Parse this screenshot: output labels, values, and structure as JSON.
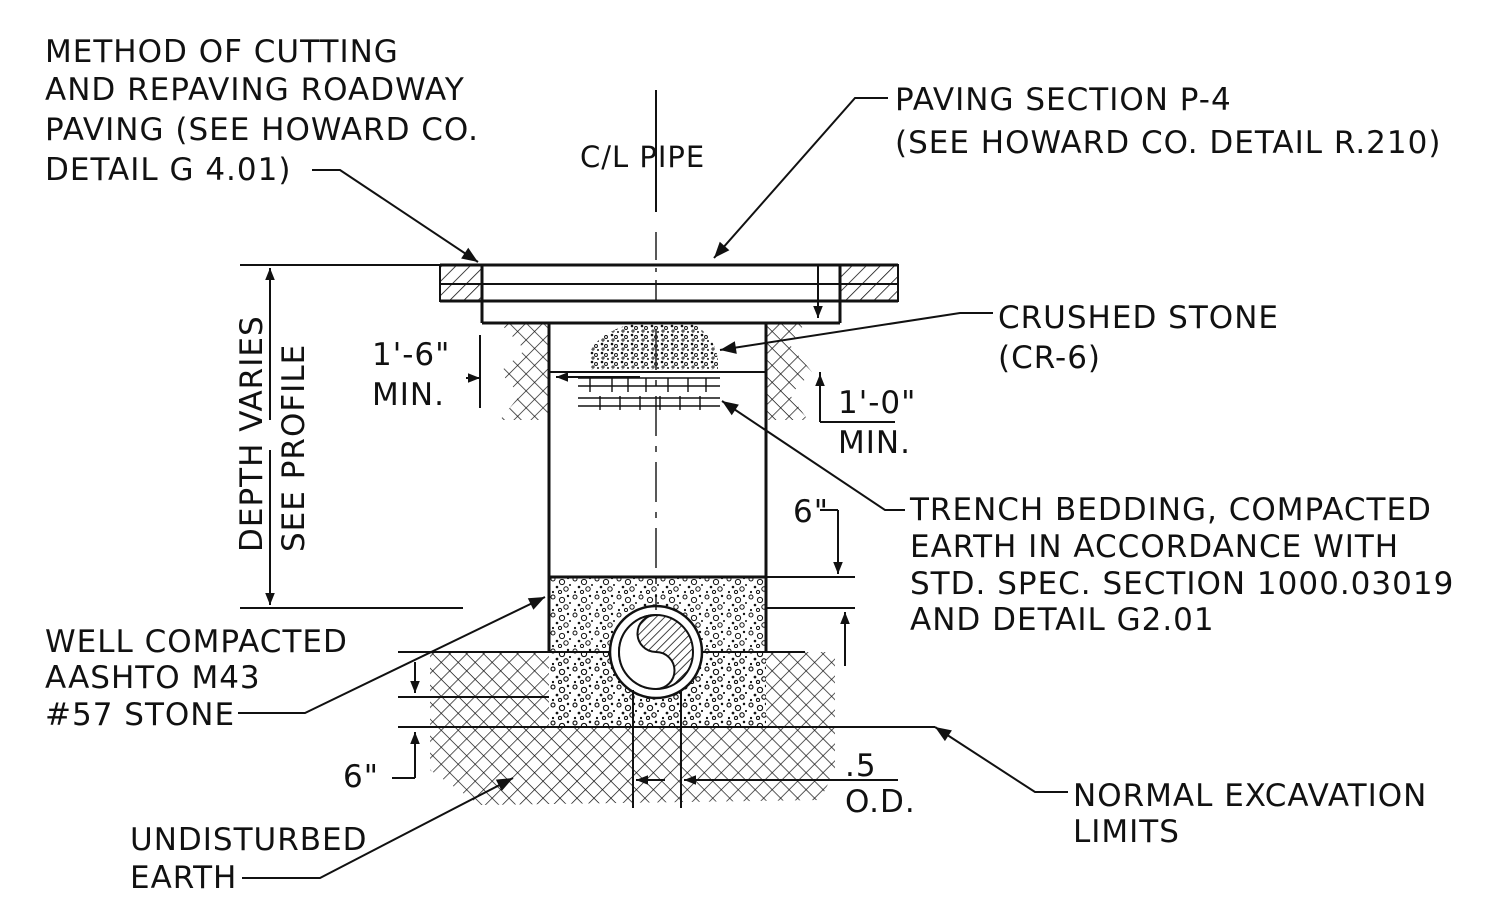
{
  "labels": {
    "cutting_1": "METHOD OF CUTTING",
    "cutting_2": "AND REPAVING ROADWAY",
    "cutting_3": "PAVING (SEE HOWARD CO.",
    "cutting_4": "DETAIL G 4.01)",
    "centerline": "C/L PIPE",
    "paving_1": "PAVING SECTION P-4",
    "paving_2": "(SEE HOWARD CO. DETAIL R.210)",
    "stone_1": "CRUSHED STONE",
    "stone_2": "(CR-6)",
    "min18_1": "1'-6\"",
    "min18_2": "MIN.",
    "min10_1": "1'-0\"",
    "min10_2": "MIN.",
    "depth_1": "DEPTH VARIES",
    "depth_2": "SEE PROFILE",
    "six_top": "6\"",
    "bedding_1": "TRENCH BEDDING, COMPACTED",
    "bedding_2": "EARTH IN ACCORDANCE WITH",
    "bedding_3": "STD. SPEC. SECTION 1000.03019",
    "bedding_4": "AND DETAIL G2.01",
    "well_1": "WELL COMPACTED",
    "well_2": "AASHTO M43",
    "well_3": "#57 STONE",
    "six_bottom": "6\"",
    "od_num": ".5",
    "od_den": "O.D.",
    "normal_1": "NORMAL EXCAVATION",
    "normal_2": "LIMITS",
    "undisturbed_1": "UNDISTURBED",
    "undisturbed_2": "EARTH"
  },
  "colors": {
    "ink": "#111111",
    "background": "#ffffff"
  }
}
